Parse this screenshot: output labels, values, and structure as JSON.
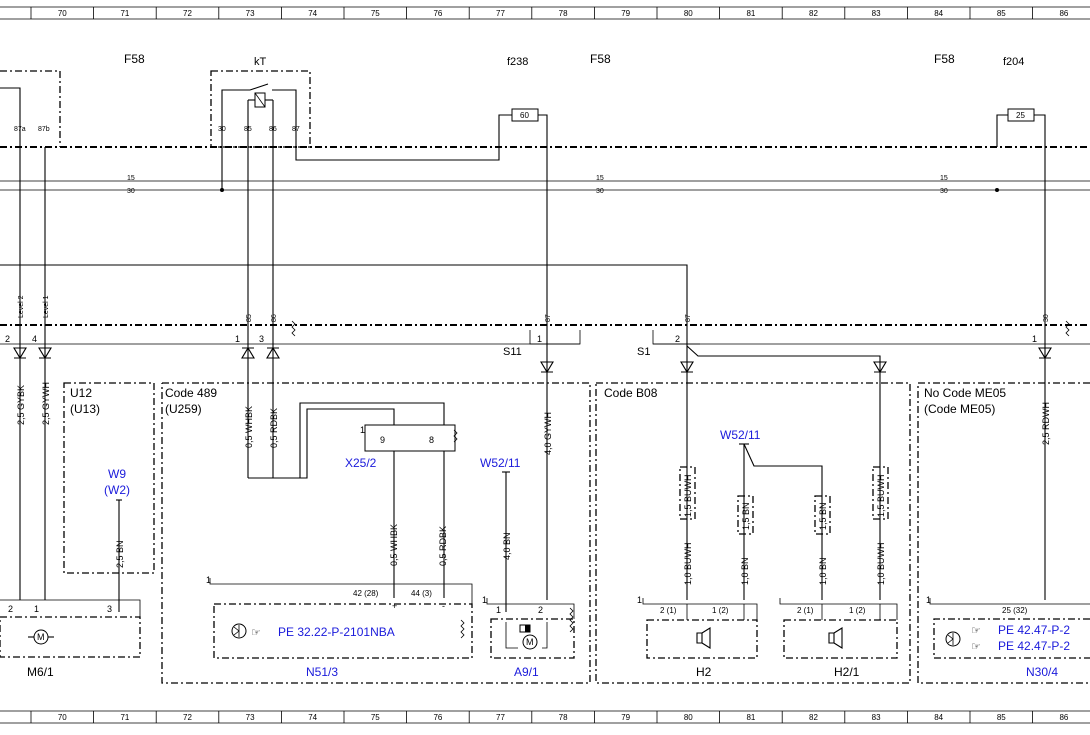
{
  "grid_columns": [
    "70",
    "71",
    "72",
    "73",
    "74",
    "75",
    "76",
    "77",
    "78",
    "79",
    "80",
    "81",
    "82",
    "83",
    "84",
    "85",
    "86"
  ],
  "bus_labels": {
    "left15": "15",
    "left30": "30",
    "mid15": "15",
    "mid30": "30",
    "right15": "15",
    "right30": "30"
  },
  "headings": {
    "f58a": "F58",
    "kt": "kT",
    "f238": "f238",
    "f58b": "F58",
    "f58c": "F58",
    "f204": "f204"
  },
  "fuses": {
    "fuse60": "60",
    "fuse25": "25"
  },
  "relay_pins": {
    "p87a": "87a",
    "p87b": "87b",
    "p30": "30",
    "p85": "85",
    "p86": "86",
    "p87": "87"
  },
  "splice_pins": {
    "level2": "Level 2",
    "level1": "Level 1",
    "s85": "85",
    "s86": "86",
    "s87a": "87",
    "s87b": "87",
    "s30": "30"
  },
  "connector_pins": {
    "c2": "2",
    "c4": "4",
    "c1a": "1",
    "c3": "3",
    "c1b": "1",
    "c2b": "2",
    "c1c": "1"
  },
  "connectors": {
    "s11": "S11",
    "s1": "S1"
  },
  "wires": {
    "w1": "2,5 GYBK",
    "w2": "2,5 GYWH",
    "w3": "0,5 WHBK",
    "w4": "0,5 RDBK",
    "w5": "4,0 GYWH",
    "w6": "2,5 RDWH",
    "w7": "2,5 BN",
    "w8": "0,5 WHBK",
    "w9": "0,5 RDBK",
    "w10": "4,0 BN",
    "w11": "1,0 BUWH",
    "w12": "1,0 BN",
    "w13": "1,0 BN",
    "w14": "1,0 BUWH",
    "m1": "1,5 BUWH",
    "m2": "1,5 BN",
    "m3": "1,5 BN",
    "m4": "1,5 BUWH"
  },
  "codes": {
    "u12": "U12",
    "u13": "(U13)",
    "code489": "Code 489",
    "u259": "(U259)",
    "b08": "Code B08",
    "me05a": "No  Code ME05",
    "me05b": "(Code ME05)"
  },
  "blue_refs": {
    "w9": "W9",
    "w2": "(W2)",
    "x25_2": "X25/2",
    "w52a": "W52/11",
    "w52b": "W52/11",
    "pe1": "PE 32.22-P-2101NBA",
    "pe2": "PE 42.47-P-2",
    "pe3": "PE 42.47-P-2",
    "n51": "N51/3",
    "a9": "A9/1",
    "n30": "N30/4"
  },
  "components": {
    "m6": "M6/1",
    "h2": "H2",
    "h21": "H2/1"
  },
  "component_pins": {
    "m6p2": "2",
    "m6p1": "1",
    "m6p3": "3",
    "x9": "9",
    "x8": "8",
    "x1": "1",
    "plus": "+",
    "minus": "-",
    "n51p1": "1",
    "n51p42": "42  (28)",
    "n51p44": "44 (3)",
    "a9p1": "1",
    "a9p2": "2",
    "a9pl": "1",
    "h2pl": "1",
    "h2p2": "2 (1)",
    "h2p1": "1  (2)",
    "h21p2": "2 (1)",
    "h21p1": "1  (2)",
    "n30pl": "1",
    "n30p25": "25  (32)",
    "motor": "M",
    "motor2": "M"
  }
}
